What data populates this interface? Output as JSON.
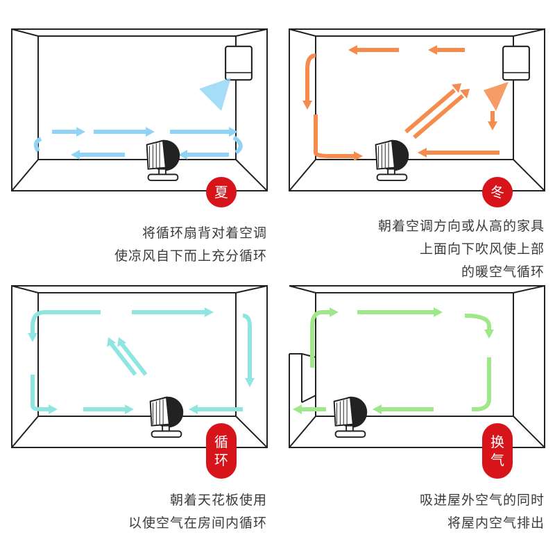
{
  "colors": {
    "summer_arrow": "#8fd3f5",
    "winter_arrow": "#f58b4c",
    "circulate_arrow": "#8fe6e0",
    "exchange_arrow": "#9ee88a",
    "badge": "#d8141b"
  },
  "panels": [
    {
      "id": "summer",
      "badge": "夏",
      "caption": [
        "将循环扇背对着空调",
        "使凉风自下而上充分循环"
      ]
    },
    {
      "id": "winter",
      "badge": "冬",
      "caption": [
        "朝着空调方向或从高的家具",
        "上面向下吹风使上部",
        "的暖空气循环"
      ]
    },
    {
      "id": "circulate",
      "badge_lines": [
        "循",
        "环"
      ],
      "caption": [
        "朝着天花板使用",
        "以使空气在房间内循环"
      ]
    },
    {
      "id": "exchange",
      "badge_lines": [
        "换",
        "气"
      ],
      "caption": [
        "吸进屋外空气的同时",
        "将屋内空气排出"
      ]
    }
  ]
}
